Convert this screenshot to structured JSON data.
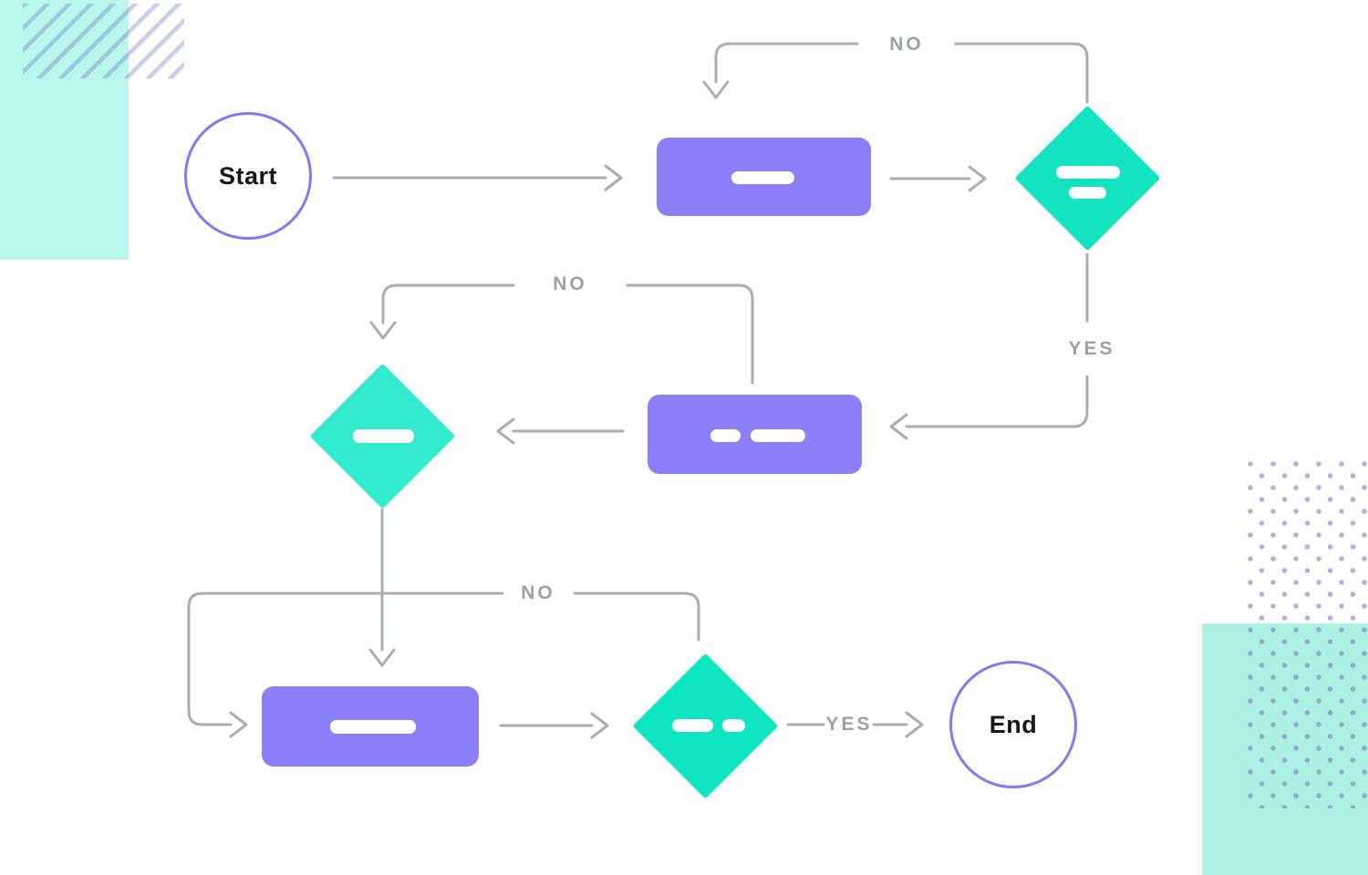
{
  "diagram": {
    "type": "flowchart",
    "nodes": {
      "start": {
        "kind": "terminator",
        "label": "Start"
      },
      "process1": {
        "kind": "process",
        "content": "redacted-bar"
      },
      "decision1": {
        "kind": "decision",
        "content": "redacted-bar, redacted-bar"
      },
      "process2": {
        "kind": "process",
        "content": "redacted-bar, redacted-bar"
      },
      "decision2": {
        "kind": "decision",
        "content": "redacted-bar"
      },
      "process3": {
        "kind": "process",
        "content": "redacted-bar"
      },
      "decision3": {
        "kind": "decision",
        "content": "redacted-bar, redacted-bar"
      },
      "end": {
        "kind": "terminator",
        "label": "End"
      }
    },
    "edges": {
      "no_top": "NO",
      "yes_right": "YES",
      "no_middle": "NO",
      "no_bottom": "NO",
      "yes_bottom": "YES"
    },
    "palette": {
      "process_purple": "#8b80f8",
      "decision_teal": "#14e3bf",
      "decision_teal_light": "#33eacc",
      "terminator_outline": "#8579f3",
      "connector_gray": "#a8aeb4",
      "label_gray": "#9ba1a7",
      "mint_top_left": "#b9f6ec",
      "mint_bottom_right": "#adf1e3",
      "stripe_lavender": "#767bcc",
      "dot_purple": "#7c76c9"
    }
  }
}
